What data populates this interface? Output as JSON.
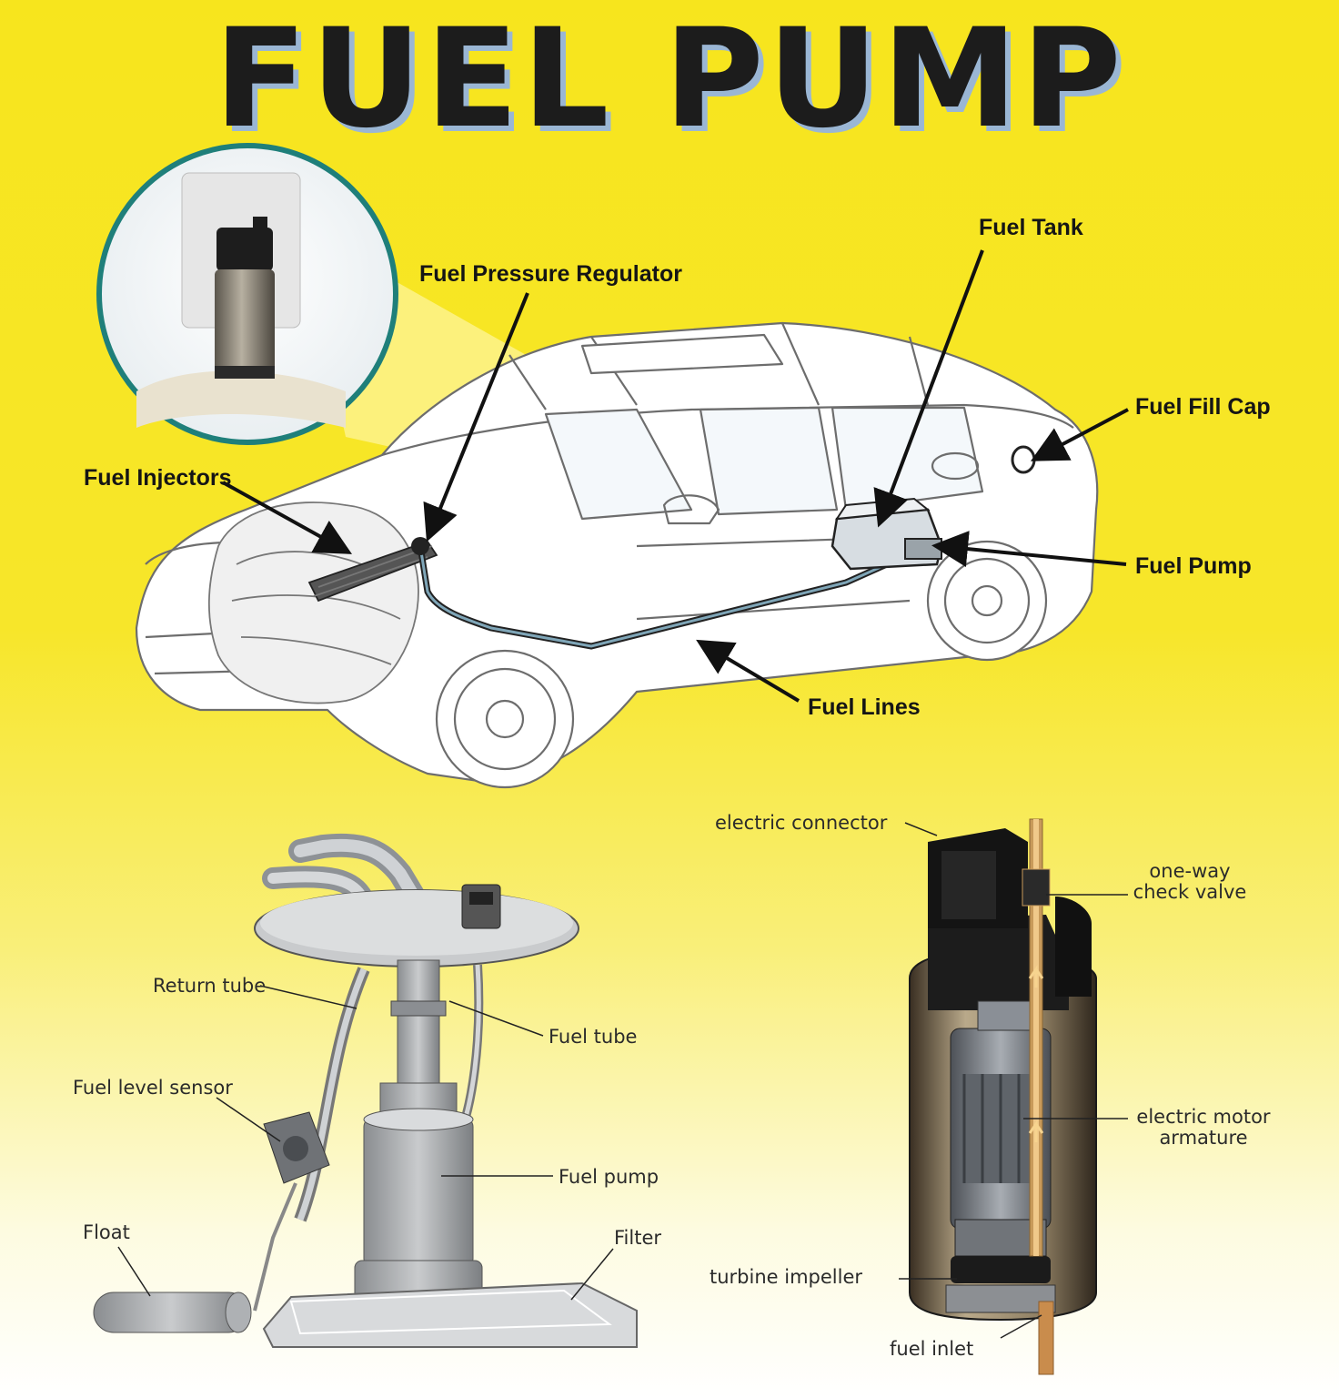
{
  "title": "FUEL PUMP",
  "colors": {
    "background": "#f7e51d",
    "title_text": "#1c1c1c",
    "title_shadow": "#9ab6d4",
    "highlight_beam": "#9fd3f2"
  },
  "car_diagram": {
    "labels": {
      "fuel_tank": "Fuel Tank",
      "pressure_regulator": "Fuel Pressure Regulator",
      "fill_cap": "Fuel Fill Cap",
      "injectors": "Fuel Injectors",
      "fuel_pump": "Fuel Pump",
      "fuel_lines": "Fuel Lines"
    }
  },
  "pump_assembly": {
    "labels": {
      "return_tube": "Return tube",
      "fuel_tube": "Fuel tube",
      "level_sensor": "Fuel level sensor",
      "fuel_pump": "Fuel pump",
      "float": "Float",
      "filter": "Filter"
    }
  },
  "pump_cutaway": {
    "labels": {
      "electric_connector": "electric connector",
      "check_valve_line1": "one-way",
      "check_valve_line2": "check valve",
      "motor_line1": "electric motor",
      "motor_line2": "armature",
      "turbine": "turbine impeller",
      "inlet": "fuel inlet"
    }
  }
}
